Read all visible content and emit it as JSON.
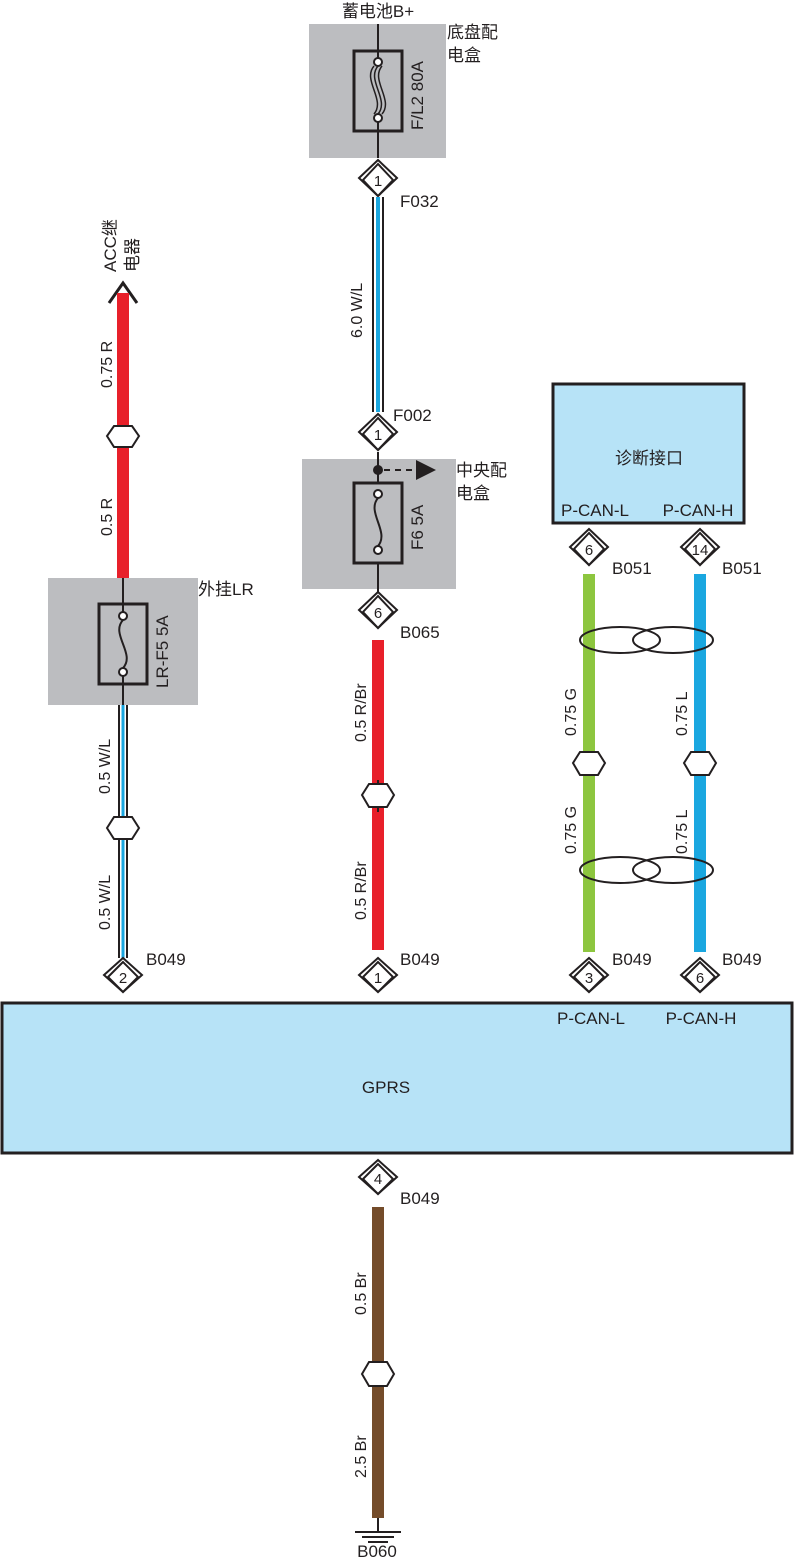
{
  "colors": {
    "red": "#e8202a",
    "light_blue": "#1aa7e0",
    "green": "#8dc63f",
    "brown": "#744c2a",
    "box_fill": "#bcbdc0",
    "module_fill": "#b7e3f7",
    "outline": "#231f20"
  },
  "labels": {
    "battery": "蓄电池B+",
    "chassis_box": [
      "底盘配",
      "电盒"
    ],
    "acc_relay": [
      "ACC继",
      "电器"
    ],
    "central_box": [
      "中央配",
      "电盒"
    ],
    "external_lr": "外挂LR",
    "diag_port": "诊断接口",
    "gprs": "GPRS",
    "ground": "B060"
  },
  "fuses": {
    "fl2": "F/L2 80A",
    "f6": "F6 5A",
    "lrf5": "LR-F5 5A"
  },
  "connectors": {
    "f032": {
      "pin": "1",
      "name": "F032"
    },
    "f002": {
      "pin": "1",
      "name": "F002"
    },
    "b065": {
      "pin": "6",
      "name": "B065"
    },
    "b051_l": {
      "pin": "6",
      "name": "B051"
    },
    "b051_h": {
      "pin": "14",
      "name": "B051"
    },
    "b049_2": {
      "pin": "2",
      "name": "B049"
    },
    "b049_1": {
      "pin": "1",
      "name": "B049"
    },
    "b049_3": {
      "pin": "3",
      "name": "B049"
    },
    "b049_6": {
      "pin": "6",
      "name": "B049"
    },
    "b049_4": {
      "pin": "4",
      "name": "B049"
    }
  },
  "signals": {
    "diag_can_l": "P-CAN-L",
    "diag_can_h": "P-CAN-H",
    "gprs_can_l": "P-CAN-L",
    "gprs_can_h": "P-CAN-H"
  },
  "wires": {
    "acc_upper": "0.75 R",
    "acc_lower": "0.5 R",
    "lr_upper": "0.5 W/L",
    "lr_lower": "0.5 W/L",
    "main": "6.0 W/L",
    "f6_upper": "0.5 R/Br",
    "f6_lower": "0.5 R/Br",
    "can_l_upper": "0.75 G",
    "can_l_lower": "0.75 G",
    "can_h_upper": "0.75 L",
    "can_h_lower": "0.75 L",
    "gnd_upper": "0.5 Br",
    "gnd_lower": "2.5 Br"
  }
}
